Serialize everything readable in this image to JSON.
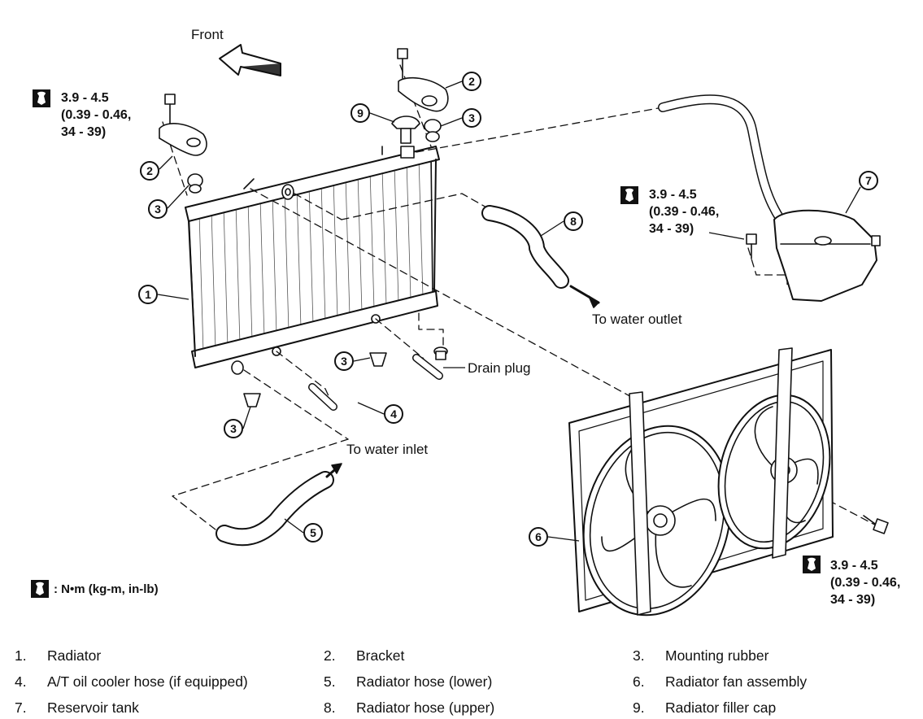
{
  "labels": {
    "front": "Front",
    "to_water_outlet": "To water outlet",
    "to_water_inlet": "To water inlet",
    "drain_plug": "Drain plug"
  },
  "torque_specs": [
    {
      "line1": "3.9 - 4.5",
      "line2": "(0.39 - 0.46,",
      "line3": "34 - 39)"
    },
    {
      "line1": "3.9 - 4.5",
      "line2": "(0.39 - 0.46,",
      "line3": "34 - 39)"
    },
    {
      "line1": "3.9 - 4.5",
      "line2": "(0.39 - 0.46,",
      "line3": "34 - 39)"
    }
  ],
  "unit_note": ": N•m (kg-m, in-lb)",
  "callouts": [
    "1",
    "2",
    "2",
    "3",
    "3",
    "3",
    "3",
    "4",
    "5",
    "6",
    "7",
    "8",
    "9"
  ],
  "legend": [
    {
      "num": "1.",
      "name": "Radiator"
    },
    {
      "num": "2.",
      "name": "Bracket"
    },
    {
      "num": "3.",
      "name": "Mounting rubber"
    },
    {
      "num": "4.",
      "name": "A/T oil cooler hose (if equipped)"
    },
    {
      "num": "5.",
      "name": "Radiator hose (lower)"
    },
    {
      "num": "6.",
      "name": "Radiator fan assembly"
    },
    {
      "num": "7.",
      "name": "Reservoir tank"
    },
    {
      "num": "8.",
      "name": "Radiator hose (upper)"
    },
    {
      "num": "9.",
      "name": "Radiator filler cap"
    }
  ],
  "icon": "torque-wrench-icon"
}
